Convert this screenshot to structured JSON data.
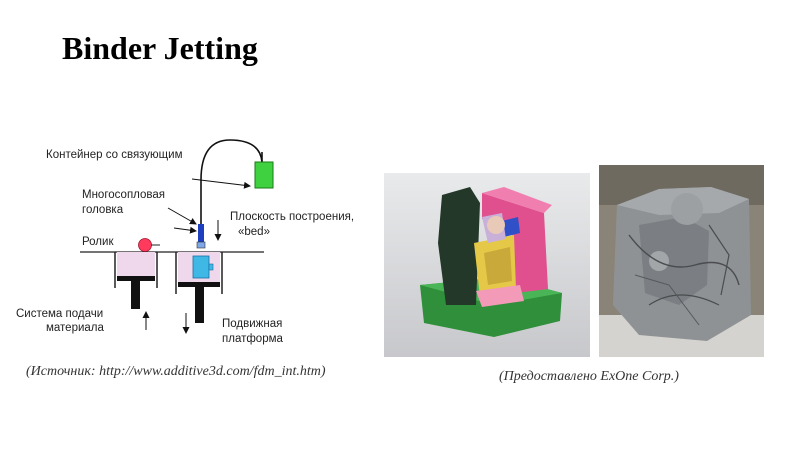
{
  "slide": {
    "title": "Binder Jetting",
    "diagram": {
      "labels": {
        "binder_container": "Контейнер со связующим",
        "printhead_line1": "Многосопловая",
        "printhead_line2": "головка",
        "build_plane_line1": "Плоскость построения,",
        "build_plane_line2": "«bed»",
        "roller": "Ролик",
        "feed_line1": "Система подачи",
        "feed_line2": "материала",
        "platform_line1": "Подвижная",
        "platform_line2": "платформа"
      },
      "colors": {
        "binder": "#3fd13f",
        "nozzle": "#1e3fbf",
        "part": "#3fb8e6",
        "powder": "#f0d8ec",
        "roller": "#ff3a5c"
      }
    },
    "caption_left": "(Источник: http://www.additive3d.com/fdm_int.htm)",
    "caption_right": "(Предоставлено ExOne Corp.)"
  }
}
